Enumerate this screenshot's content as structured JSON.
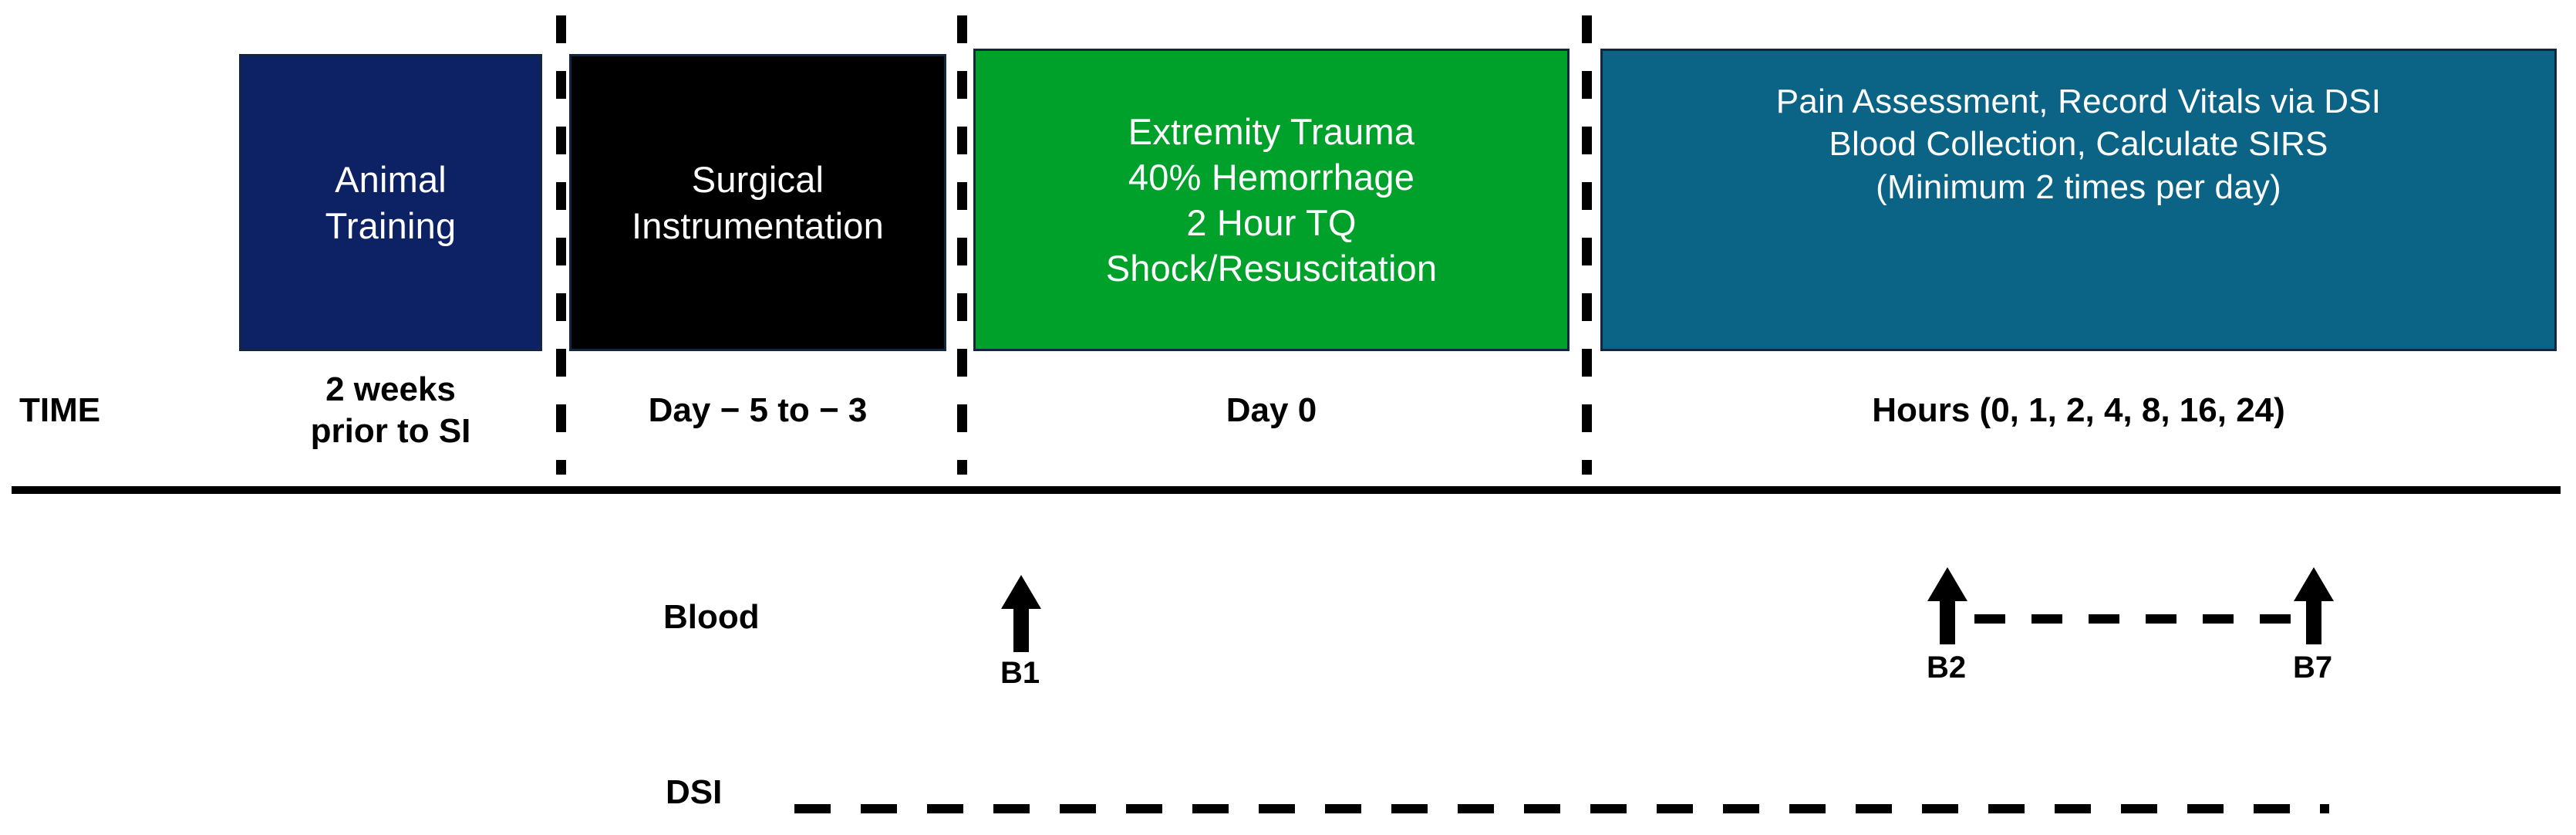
{
  "figure": {
    "type": "experimental-timeline-diagram",
    "colors": {
      "training_box": "#0d2265",
      "surgery_box": "#000000",
      "trauma_box": "#00a12a",
      "monitoring_box": "#0b6486",
      "box_border": "#12263f",
      "axis": "#000000",
      "text_on_box": "#ffffff",
      "text_on_white": "#000000"
    }
  },
  "phases": [
    {
      "id": "animal-training",
      "lines": [
        "Animal",
        "Training"
      ],
      "time_label": "2 weeks\nprior to SI"
    },
    {
      "id": "surgical-instrumentation",
      "lines": [
        "Surgical",
        "Instrumentation"
      ],
      "time_label": "Day − 5 to − 3"
    },
    {
      "id": "extremity-trauma",
      "lines": [
        "Extremity Trauma",
        "40% Hemorrhage",
        "2 Hour TQ",
        "Shock/Resuscitation"
      ],
      "time_label": "Day 0"
    },
    {
      "id": "monitoring",
      "lines": [
        "Pain Assessment, Record Vitals via DSI",
        "Blood Collection, Calculate SIRS",
        "(Minimum 2 times per day)"
      ],
      "time_label": "Hours (0, 1, 2, 4, 8, 16, 24)"
    }
  ],
  "axis": {
    "row_label": "TIME"
  },
  "tracks": [
    {
      "id": "blood",
      "label": "Blood",
      "markers": [
        {
          "id": "b1",
          "label": "B1"
        },
        {
          "id": "b2",
          "label": "B2"
        },
        {
          "id": "b7",
          "label": "B7"
        }
      ],
      "connector": "dashed-line-b2-to-b7"
    },
    {
      "id": "dsi",
      "label": "DSI",
      "markers": [],
      "connector": "dashed-line-continuous"
    }
  ]
}
